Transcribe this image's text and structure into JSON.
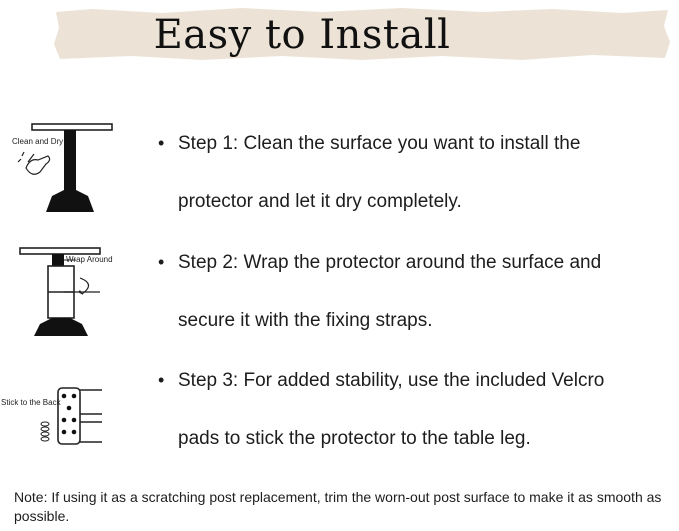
{
  "header": {
    "title": "Easy to Install"
  },
  "steps": [
    {
      "bullet": "•",
      "line1": "Step 1: Clean the surface you want to install the",
      "line2": "protector and let it dry completely.",
      "illustration_label": "Clean and Dry",
      "illustration_icon": "table-cleaning-icon"
    },
    {
      "bullet": "•",
      "line1": "Step 2: Wrap the protector around the surface and",
      "line2": "secure it with the fixing straps.",
      "illustration_label": "Wrap Around",
      "illustration_icon": "table-wrap-icon"
    },
    {
      "bullet": "•",
      "line1": "Step 3: For added stability, use the included Velcro",
      "line2": "pads to stick the protector to the table leg.",
      "illustration_label": "Stick to the Back",
      "illustration_icon": "velcro-pad-icon"
    }
  ],
  "note": "Note: If using it as a scratching post replacement, trim the worn-out post surface to make it as smooth as possible.",
  "colors": {
    "banner": "#ece3d6",
    "text": "#1d1d1d",
    "line_art": "#222222"
  }
}
